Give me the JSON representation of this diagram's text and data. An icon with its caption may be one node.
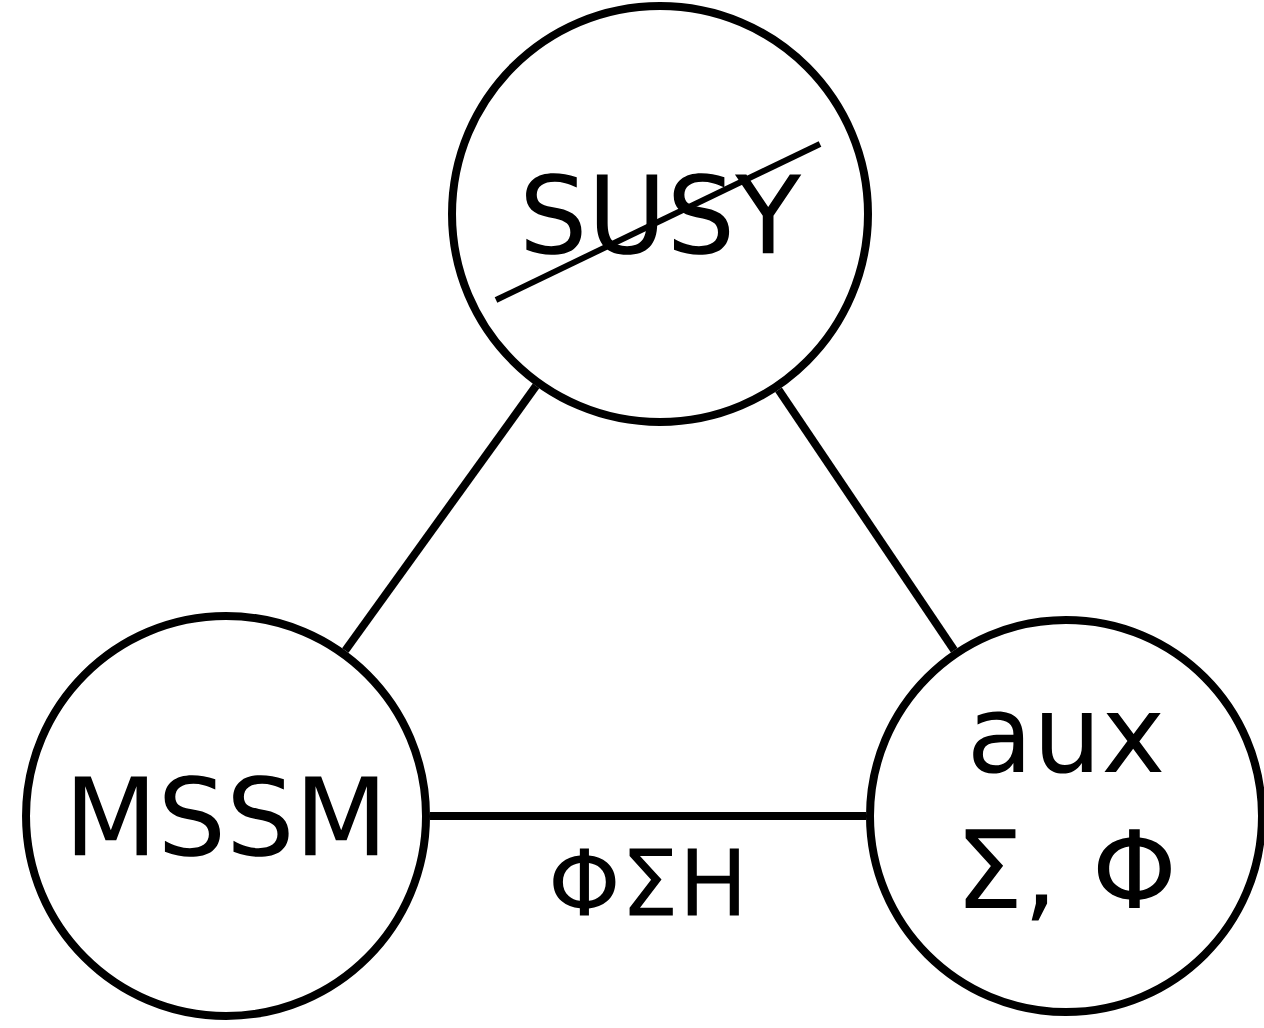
{
  "diagram": {
    "nodes": [
      {
        "text": [
          "SUSY"
        ]
      },
      {
        "text": [
          "MSSM"
        ]
      },
      {
        "text": [
          "aux",
          "Σ, Φ"
        ]
      }
    ],
    "edges": [
      {
        "from": 0,
        "to": 1,
        "arrow": "none"
      },
      {
        "from": 0,
        "to": 2,
        "arrow": "none"
      },
      {
        "from": 1,
        "to": 2,
        "arrow": "none",
        "label": "ΦΣH"
      }
    ]
  }
}
